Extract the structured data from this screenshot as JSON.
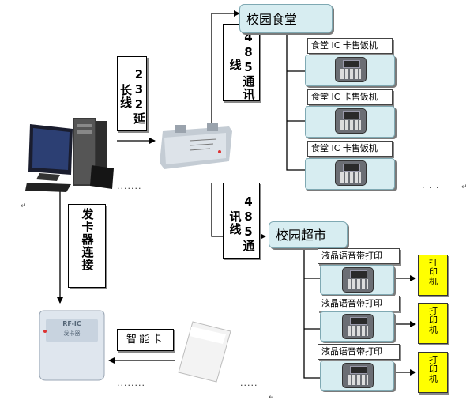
{
  "colors": {
    "header_fill": "#d7edf1",
    "terminal_fill": "#d7edf1",
    "printer_fill": "#ffff00",
    "line": "#000000"
  },
  "links": {
    "ext232": "232延长线",
    "rs485_top": "485通讯线",
    "rs485_bottom": "485通讯线",
    "card_issuer_conn": "发卡器连接"
  },
  "canteen": {
    "title": "校园食堂",
    "terminals": [
      "食堂 IC 卡售饭机",
      "食堂 IC 卡售饭机",
      "食堂 IC 卡售饭机"
    ]
  },
  "supermarket": {
    "title": "校园超市",
    "terminals": [
      "液晶语音带打印",
      "液晶语音带打印",
      "液晶语音带打印"
    ],
    "printers": [
      "打印机",
      "打印机",
      "打印机"
    ]
  },
  "smart_card": {
    "label": "智能卡"
  },
  "card_reader": {
    "brand": "RF-IC",
    "name": "发卡器"
  },
  "icons": {
    "pc": "desktop-computer-icon",
    "converter": "rs232-rs485-converter-icon",
    "reader": "card-reader-icon",
    "card": "smart-card-icon",
    "terminal": "pos-terminal-icon"
  }
}
